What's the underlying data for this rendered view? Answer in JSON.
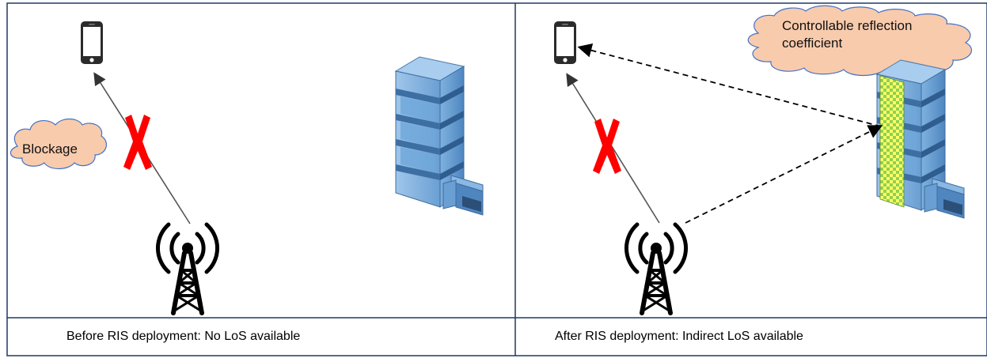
{
  "panels": [
    {
      "caption": "Before RIS deployment: No LoS available",
      "cloud_label": "Blockage"
    },
    {
      "caption": "After RIS deployment: Indirect LoS available",
      "cloud_label_line1": "Controllable reflection",
      "cloud_label_line2": "coefficient"
    }
  ],
  "colors": {
    "frame": "#1f3864",
    "cloud_fill": "#f8cbad",
    "cloud_stroke": "#4472c4",
    "blockage_x": "#ff0000",
    "ris_yellow": "#ffff66",
    "ris_green": "#92d050",
    "building_main": "#5b9bd5"
  },
  "icons": [
    "phone-icon",
    "cell-tower-icon",
    "building-icon",
    "blockage-x-icon",
    "cloud-callout"
  ]
}
